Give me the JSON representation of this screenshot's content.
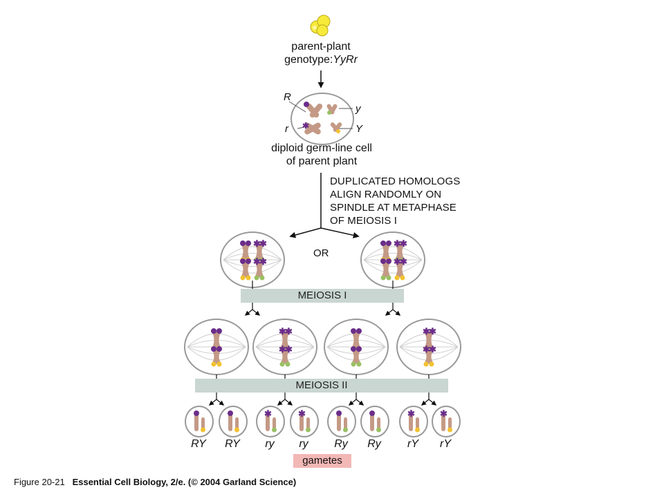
{
  "parent": {
    "line1": "parent-plant",
    "line2_prefix": "genotype:",
    "line2_genotype": "YyRr"
  },
  "germ_cell": {
    "alleles": {
      "R": "R",
      "y": "y",
      "r": "r",
      "Y": "Y"
    },
    "label_line1": "diploid germ-line cell",
    "label_line2": "of parent plant"
  },
  "alignment_step": {
    "lines": [
      "DUPLICATED HOMOLOGS",
      "ALIGN RANDOMLY ON",
      "SPINDLE AT METAPHASE",
      "OF MEIOSIS I"
    ]
  },
  "or_text": "OR",
  "meiosis_1": "MEIOSIS I",
  "meiosis_2": "MEIOSIS II",
  "gametes": {
    "genotypes": [
      "RY",
      "RY",
      "ry",
      "ry",
      "Ry",
      "Ry",
      "rY",
      "rY"
    ],
    "label": "gametes"
  },
  "caption": {
    "figure": "Figure 20-21",
    "title": "Essential Cell Biology, 2/e. (© 2004 Garland Science)"
  },
  "colors": {
    "chromosome": "#c49a86",
    "purple_allele": "#6b2d8a",
    "yellow_allele": "#f2c230",
    "green_allele": "#9ac064",
    "pea": "#f7ea3a",
    "bar": "#c9d6d2",
    "gametes_highlight": "#f2b8b6"
  },
  "icons": [
    "pea-icon",
    "chromosome-icon",
    "spindle-icon"
  ]
}
